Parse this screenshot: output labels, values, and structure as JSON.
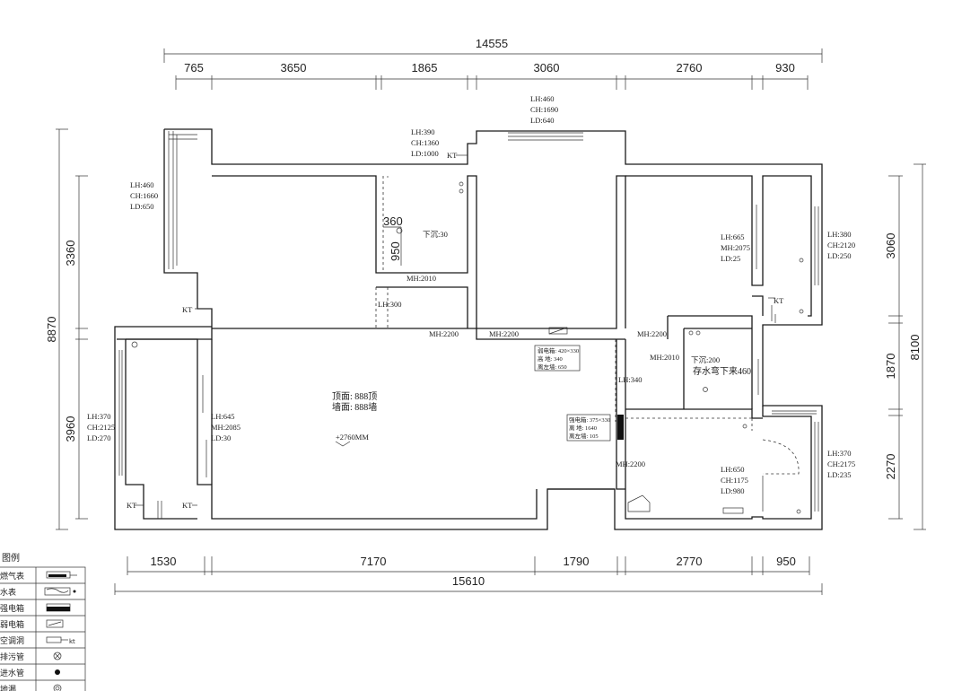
{
  "dimensions": {
    "top_total": "14555",
    "top": [
      "765",
      "3650",
      "1865",
      "3060",
      "2760",
      "930"
    ],
    "bottom": [
      "1530",
      "7170",
      "1790",
      "2770",
      "950"
    ],
    "bottom_total": "15610",
    "left_total": "8870",
    "left": [
      "3360",
      "3960"
    ],
    "right_total": "8100",
    "right": [
      "3060",
      "1870",
      "2270"
    ]
  },
  "annotations": {
    "w_top_left": [
      "LH:460",
      "CH:1660",
      "LD:650"
    ],
    "w_top_mid": [
      "LH:390",
      "CH:1360",
      "LD:1000"
    ],
    "w_top_center": [
      "LH:460",
      "CH:1690",
      "LD:640"
    ],
    "w_right_bed": [
      "LH:380",
      "CH:2120",
      "LD:250"
    ],
    "door_right_bed": [
      "LH:665",
      "MH:2075",
      "LD:25"
    ],
    "w_left_low": [
      "LH:370",
      "CH:2125",
      "LD:270"
    ],
    "door_left_low": [
      "LH:645",
      "MH:2085",
      "LD:30"
    ],
    "w_right_low": [
      "LH:370",
      "CH:2175",
      "LD:235"
    ],
    "kitchen": [
      "LH:650",
      "CH:1175",
      "LD:980"
    ],
    "mh_1": "MH:2200",
    "mh_2": "MH:2200",
    "mh_3": "MH:2200",
    "mh_4": "MH:2010",
    "mh_5": "MH:2010",
    "mh_6": "MH:2200",
    "lh_300": "LH:300",
    "lh_340": "LH:340",
    "bath_drop": "下沉:30",
    "bath2_drop": "下沉:200",
    "trap": "存水弯下来460",
    "dim_360": "360",
    "dim_950": "950",
    "ceiling": "顶面: 888顶",
    "wall_face": "墙面: 888墙",
    "level": "+2760MM",
    "box_1": [
      "弱电箱: 420×330",
      "高  地: 340",
      "离左墙: 650"
    ],
    "box_2": [
      "强电箱: 375×330",
      "离  地: 1640",
      "离左墙: 105"
    ],
    "kt": "KT"
  },
  "legend": {
    "title": "图例",
    "items": [
      {
        "label": "燃气表",
        "icon": "gas-meter-icon"
      },
      {
        "label": "水表",
        "icon": "water-meter-icon"
      },
      {
        "label": "强电箱",
        "icon": "strong-box-icon"
      },
      {
        "label": "弱电箱",
        "icon": "weak-box-icon"
      },
      {
        "label": "空调洞",
        "icon": "ac-hole-icon"
      },
      {
        "label": "排污管",
        "icon": "sewage-pipe-icon"
      },
      {
        "label": "进水管",
        "icon": "inlet-pipe-icon"
      },
      {
        "label": "地漏",
        "icon": "floor-drain-icon"
      }
    ]
  }
}
